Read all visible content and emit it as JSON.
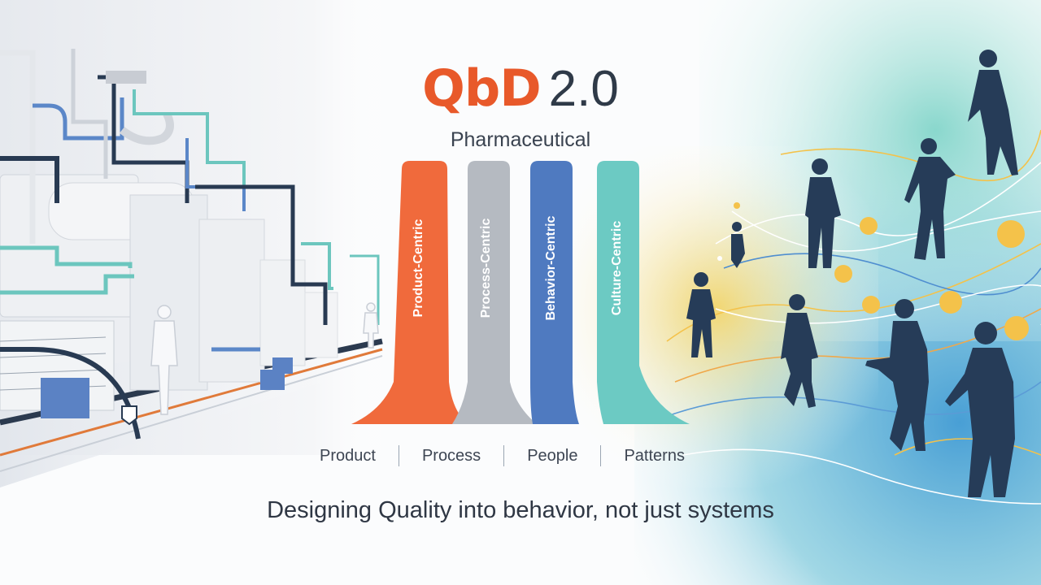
{
  "title": {
    "brand": "QbD",
    "version": "2.0"
  },
  "subtitle": "Pharmaceutical",
  "pillars": [
    {
      "label": "Product-Centric",
      "color": "#f06a3c"
    },
    {
      "label": "Process-Centric",
      "color": "#b5bac1"
    },
    {
      "label": "Behavior-Centric",
      "color": "#4f7ac0"
    },
    {
      "label": "Culture-Centric",
      "color": "#6ccac3"
    }
  ],
  "categories": [
    "Product",
    "Process",
    "People",
    "Patterns"
  ],
  "tagline": "Designing Quality into behavior, not just systems",
  "colors": {
    "brand": "#e8592a",
    "version": "#2f3a48",
    "text": "#3e4653",
    "figure": "#263c58",
    "node": "#f4c24a",
    "wash_blue": "#4aa3d6",
    "wash_teal": "#7fd0c8",
    "wash_yellow": "#f2d36b"
  }
}
